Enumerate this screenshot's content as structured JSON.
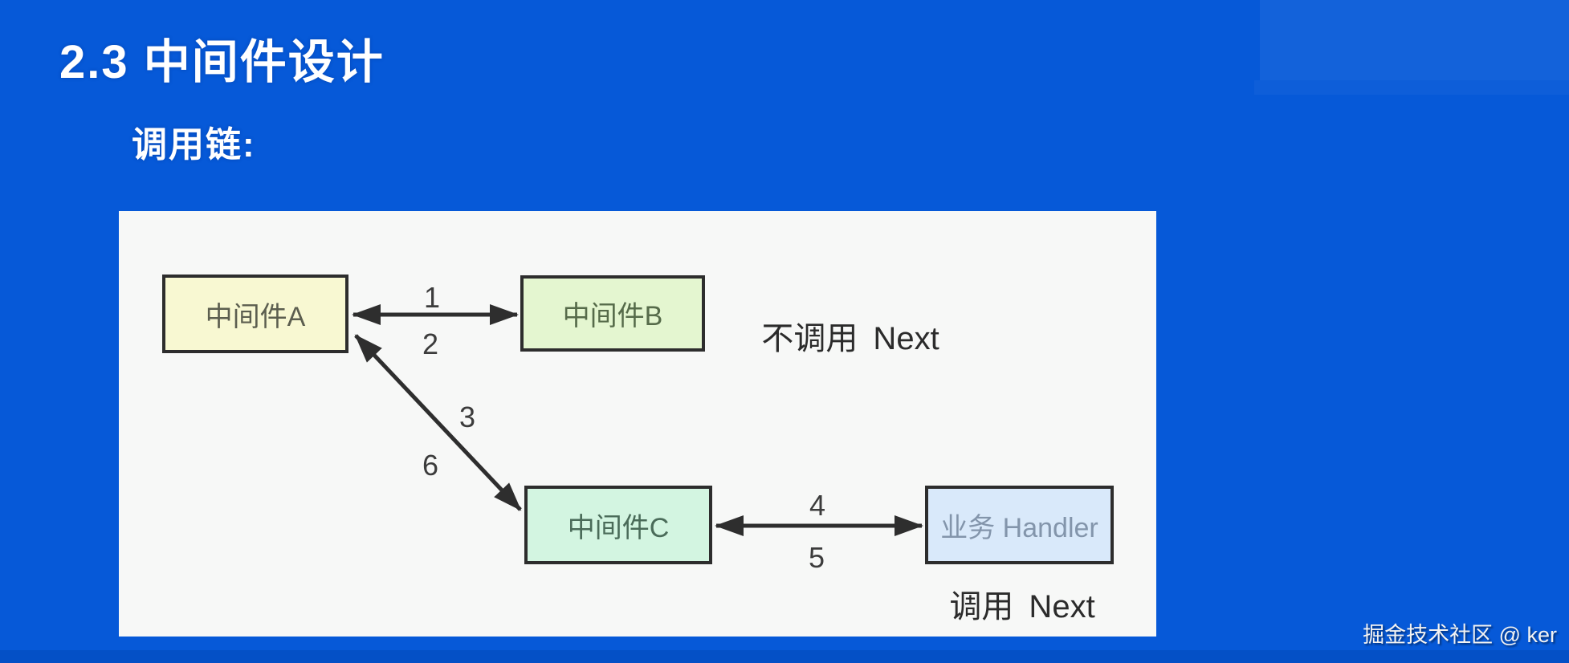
{
  "slide": {
    "title": "2.3 中间件设计",
    "subtitle": "调用链:",
    "watermark": "掘金技术社区 @ ker",
    "colors": {
      "background": "#0659d8",
      "bottom_strip": "#0450c6",
      "panel_background": "#f7f8f7",
      "arrow": "#2e2e2e",
      "node_a_fill": "#f8f8d2",
      "node_b_fill": "#e4f6d0",
      "node_c_fill": "#d3f5e1",
      "node_handler_fill": "#d9e9fa"
    }
  },
  "diagram": {
    "nodes": {
      "a": {
        "label": "中间件A"
      },
      "b": {
        "label": "中间件B"
      },
      "c": {
        "label": "中间件C"
      },
      "handler": {
        "label": "业务 Handler"
      }
    },
    "edge_labels": {
      "ab_forward": "1",
      "ab_back": "2",
      "ac_forward": "3",
      "ac_back": "6",
      "ch_forward": "4",
      "ch_back": "5"
    },
    "annotations": {
      "no_next": "不调用 Next",
      "next": "调用 Next"
    }
  }
}
